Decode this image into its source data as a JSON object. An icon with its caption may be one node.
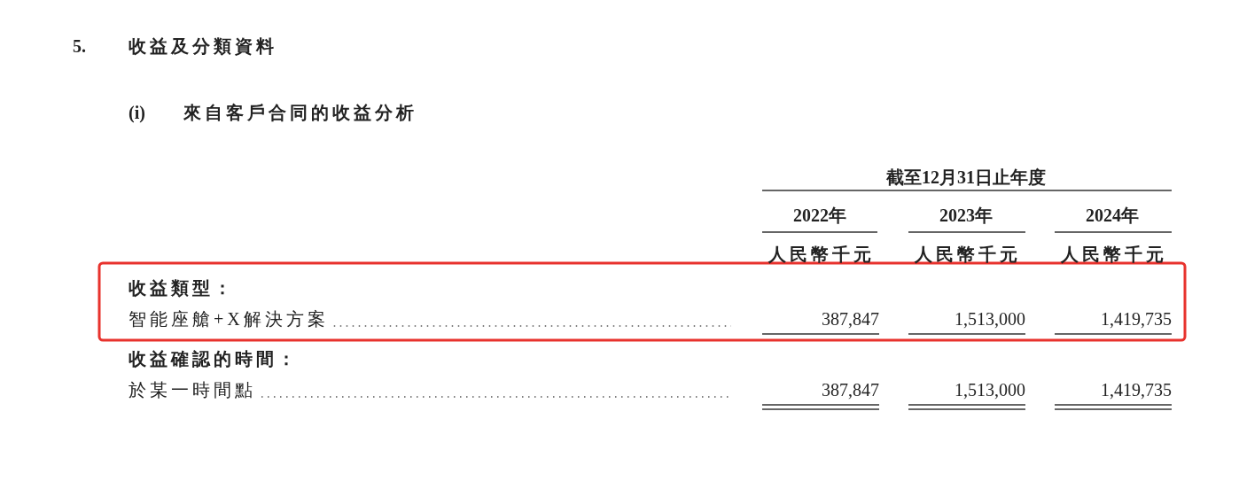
{
  "diagram": {
    "labels": [
      "5.",
      "收益及分類資料",
      "(i)",
      "來自客戶合同的收益分析",
      "截至12月31日止年度",
      "2022年",
      "2023年",
      "2024年",
      "人民幣千元",
      "人民幣千元",
      "人民幣千元",
      "收益類型：",
      "智能座艙+X解決方案",
      "387,847",
      "1,513,000",
      "1,419,735",
      "收益確認的時間：",
      "於某一時間點",
      "387,847",
      "1,513,000",
      "1,419,735"
    ]
  }
}
